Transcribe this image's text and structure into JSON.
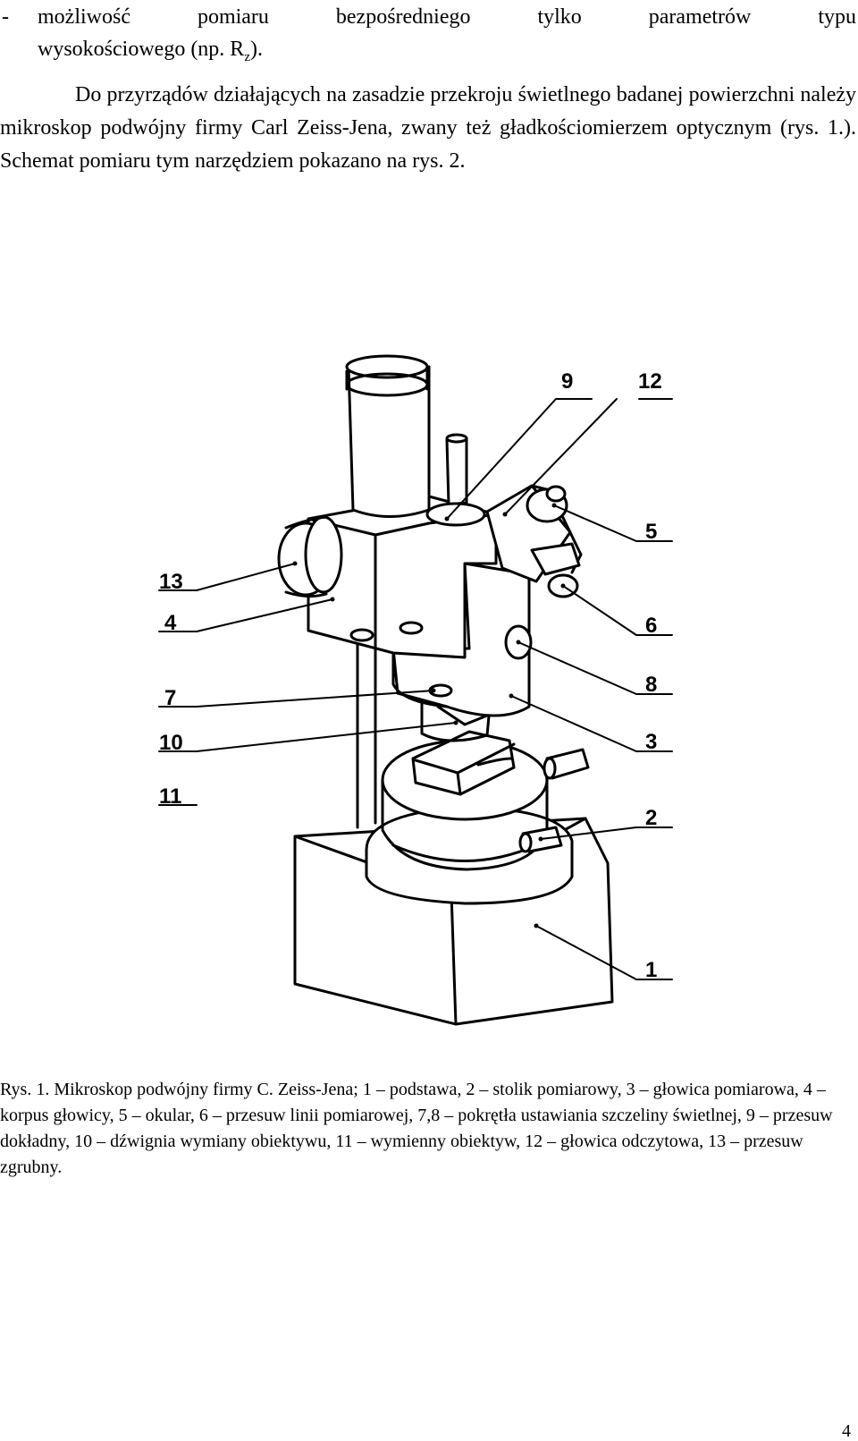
{
  "bullet": {
    "dash": "-",
    "line1": "możliwość pomiaru bezpośredniego tylko parametrów typu",
    "line2_prefix": "wysokościowego (np. R",
    "line2_sub": "z",
    "line2_suffix": ")."
  },
  "paragraph": "Do przyrządów działających na zasadzie przekroju świetlnego badanej powierzchni należy mikroskop podwójny firmy Carl Zeiss-Jena, zwany też gładkościomierzem optycznym (rys. 1.). Schemat pomiaru tym narzędziem pokazano na rys. 2.",
  "figure": {
    "callouts": {
      "n1": "1",
      "n2": "2",
      "n3": "3",
      "n4": "4",
      "n5": "5",
      "n6": "6",
      "n7": "7",
      "n8": "8",
      "n9": "9",
      "n10": "10",
      "n11": "11",
      "n12": "12",
      "n13": "13"
    }
  },
  "caption": "Rys. 1. Mikroskop podwójny firmy C. Zeiss-Jena; 1 – podstawa, 2 – stolik pomiarowy, 3 – głowica pomiarowa, 4 – korpus głowicy, 5 – okular, 6 – przesuw linii pomiarowej, 7,8 – pokrętła ustawiania szczeliny świetlnej, 9 – przesuw dokładny, 10 – dźwignia wymiany obiektywu, 11 – wymienny obiektyw, 12 – głowica odczytowa, 13 – przesuw zgrubny.",
  "page_number": "4"
}
